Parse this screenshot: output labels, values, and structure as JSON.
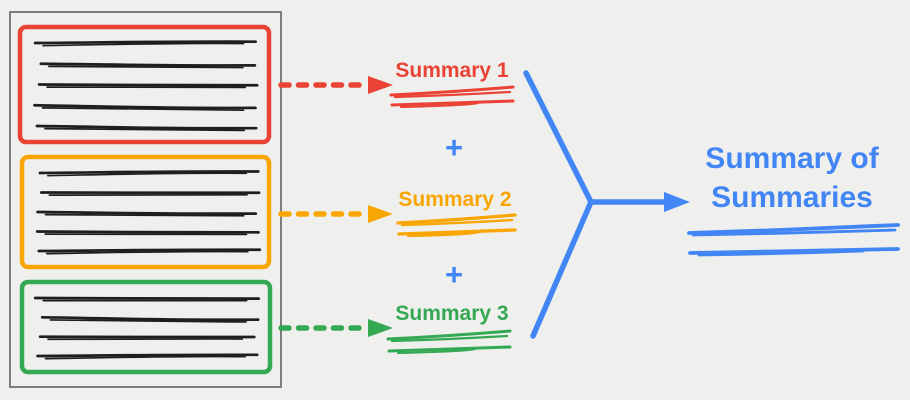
{
  "colors": {
    "red": "#EA4335",
    "orange": "#F9A602",
    "green": "#34A853",
    "blue": "#4285F4",
    "background": "#EFEFEE",
    "document_border": "#7D7D7D",
    "ink": "#1E1E1E"
  },
  "document": {
    "description": "source document with three highlighted sections of scribbled text",
    "sections": [
      {
        "name": "section-red",
        "color": "red",
        "line_count": 5
      },
      {
        "name": "section-orange",
        "color": "orange",
        "line_count": 5
      },
      {
        "name": "section-green",
        "color": "green",
        "line_count": 4
      }
    ]
  },
  "summaries": [
    {
      "label": "Summary 1",
      "color": "red"
    },
    {
      "label": "Summary 2",
      "color": "orange"
    },
    {
      "label": "Summary 3",
      "color": "green"
    }
  ],
  "plus_sign": "+",
  "result": {
    "line1": "Summary of",
    "line2": "Summaries"
  },
  "icons": [
    "dashed-arrow-red",
    "dashed-arrow-orange",
    "dashed-arrow-green",
    "merge-lines",
    "result-arrow"
  ]
}
